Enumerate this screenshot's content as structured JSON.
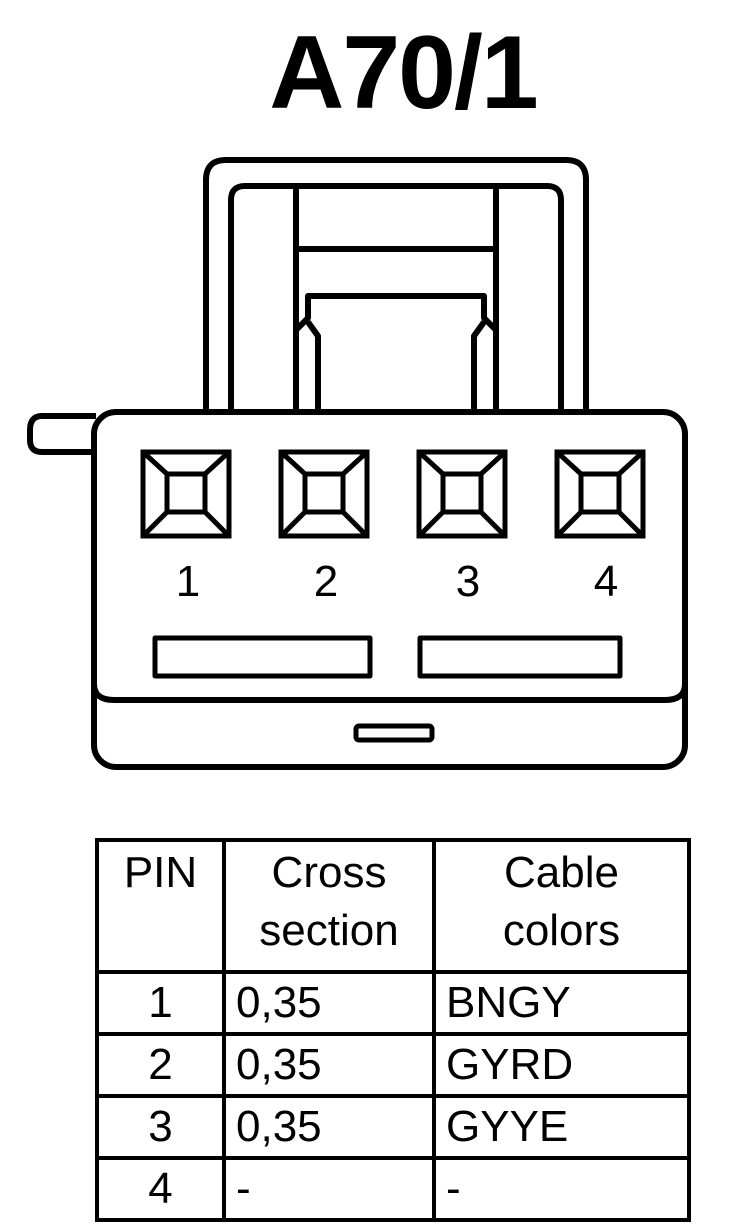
{
  "title": "A70/1",
  "connector": {
    "pins": [
      {
        "label": "1"
      },
      {
        "label": "2"
      },
      {
        "label": "3"
      },
      {
        "label": "4"
      }
    ]
  },
  "table": {
    "headers": {
      "pin": "PIN",
      "cross_section_line1": "Cross",
      "cross_section_line2": "section",
      "cable_colors_line1": "Cable",
      "cable_colors_line2": "colors"
    },
    "rows": [
      {
        "pin": "1",
        "cross_section": "0,35",
        "cable_colors": "BNGY"
      },
      {
        "pin": "2",
        "cross_section": "0,35",
        "cable_colors": "GYRD"
      },
      {
        "pin": "3",
        "cross_section": "0,35",
        "cable_colors": "GYYE"
      },
      {
        "pin": "4",
        "cross_section": "-",
        "cable_colors": "-"
      }
    ]
  }
}
